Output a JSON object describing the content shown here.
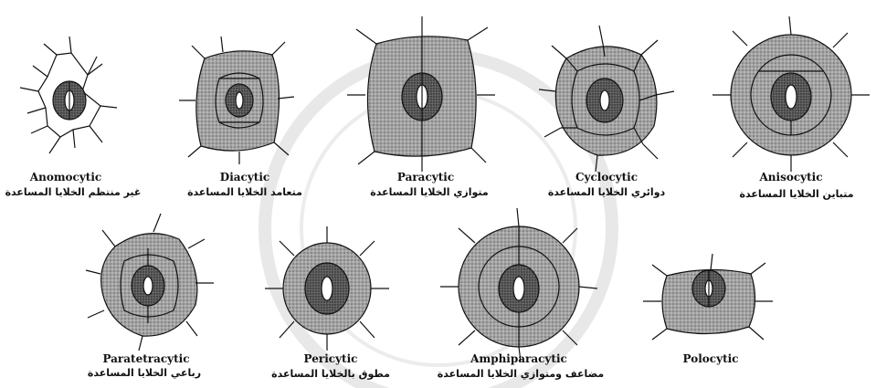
{
  "colors": {
    "fill": "#9b9b9b",
    "guard": "#4a4a4a",
    "line": "#111111",
    "watermark": "#e6e6e6"
  },
  "types": [
    {
      "id": "anomocytic",
      "en": "Anomocytic",
      "ar": "غير منتظم الخلايا المساعدة"
    },
    {
      "id": "diacytic",
      "en": "Diacytic",
      "ar": "متعامد الخلايا المساعدة"
    },
    {
      "id": "paracytic",
      "en": "Paracytic",
      "ar": "متوازي الخلايا المساعدة"
    },
    {
      "id": "cyclocytic",
      "en": "Cyclocytic",
      "ar": "دوائري الخلايا المساعدة"
    },
    {
      "id": "anisocytic",
      "en": "Anisocytic",
      "ar": "متباين الخلايا المساعدة"
    },
    {
      "id": "paratetracytic",
      "en": "Paratetracytic",
      "ar": "رباعي الخلايا المساعدة"
    },
    {
      "id": "pericytic",
      "en": "Pericytic",
      "ar": "مطوق بالخلايا المساعدة"
    },
    {
      "id": "amphiparacytic",
      "en": "Amphiparacytic",
      "ar": "مضاعف ومتوازي الخلايا المساعدة"
    },
    {
      "id": "polocytic",
      "en": "Polocytic",
      "ar": ""
    }
  ]
}
